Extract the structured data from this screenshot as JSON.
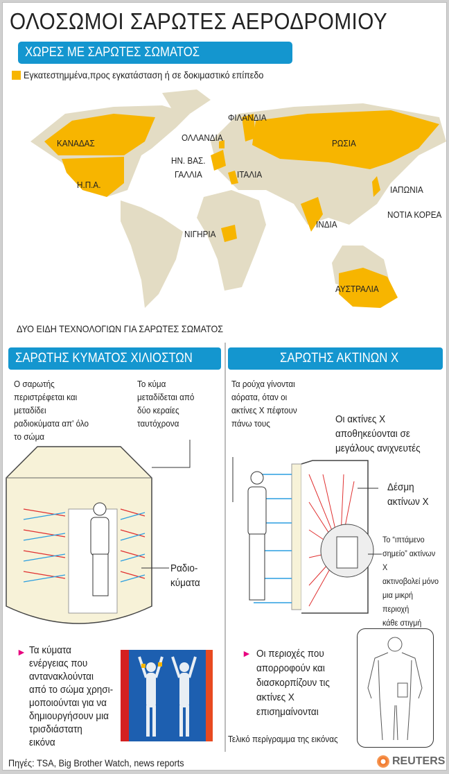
{
  "title": "ΟΛΟΣΩΜΟΙ ΣΑΡΩΤΕΣ ΑΕΡΟΔΡΟΜΙΟΥ",
  "map_section": {
    "header": "ΧΩΡΕΣ ΜΕ ΣΑΡΩΤΕΣ ΣΩΜΑΤΟΣ",
    "legend": "Εγκατεστημμένα,προς εγκατάσταση ή σε δοκιμαστικό επίπεδο",
    "legend_color": "#f7b500",
    "countries": [
      "ΚΑΝΑΔΑΣ",
      "Η.Π.Α.",
      "ΦΙΛΑΝΔΙΑ",
      "ΟΛΛΑΝΔΙΑ",
      "ΗΝ. ΒΑΣ.",
      "ΓΑΛΛΙΑ",
      "ΙΤΑΛΙΑ",
      "ΡΩΣΙΑ",
      "ΙΑΠΩΝΙΑ",
      "ΝΟΤΙΑ ΚΟΡΕΑ",
      "ΙΝΔΙΑ",
      "ΝΙΓΗΡΙΑ",
      "ΑΥΣΤΡΑΛΙΑ"
    ]
  },
  "tech_caption": "ΔΥΟ ΕΙΔΗ ΤΕΧΝΟΛΟΓΙΩΝ ΓΙΑ ΣΑΡΩΤΕΣ ΣΩΜΑΤΟΣ",
  "left": {
    "header": "ΣΑΡΩΤΗΣ ΚΥΜΑΤΟΣ ΧΙΛΙΟΣΤΩΝ",
    "note1": [
      "Ο σαρωτής",
      "περιστρέφεται και",
      "μεταδίδει",
      "ραδιοκύματα απ' όλο",
      "το σώμα"
    ],
    "note2": [
      "Το κύμα",
      "μεταδίδεται από",
      "δύο κεραίες",
      "ταυτόχρονα"
    ],
    "radio": [
      "Ραδιο-",
      "κύματα"
    ],
    "bullet": [
      "Τα κύματα",
      "ενέργειας που",
      "αντανακλούνται",
      "από το σώμα χρησι-",
      "μοποιούνται για να",
      "δημιουργήσουν μια",
      "τρισδιάστατη",
      "εικόνα"
    ]
  },
  "right": {
    "header": "ΣΑΡΩΤΗΣ ΑΚΤΙΝΩΝ Χ",
    "note1": [
      "Τα ρούχα γίνονται",
      "αόρατα, όταν οι",
      "ακτίνες Χ πέφτουν",
      "πάνω τους"
    ],
    "note2": [
      "Οι ακτίνες Χ",
      "αποθηκεύονται  σε",
      "μεγάλους ανιχνευτές"
    ],
    "beam": [
      "Δέσμη",
      "ακτίνων Χ"
    ],
    "spot": [
      "Το “ιπτάμενο",
      "σημείο” ακτίνων Χ",
      "ακτινοβολεί μόνο",
      "μια μικρή περιοχή",
      "κάθε στιγμή"
    ],
    "bullet": [
      "Οι περιοχές που",
      "απορροφούν και",
      "διασκορπίζουν τις",
      "ακτίνες Χ",
      "επισημαίνονται"
    ],
    "outline": "Τελικό περίγραμμα της εικόνας"
  },
  "sources": "Πηγές: TSA, Big Brother Watch, news reports",
  "brand": "REUTERS"
}
